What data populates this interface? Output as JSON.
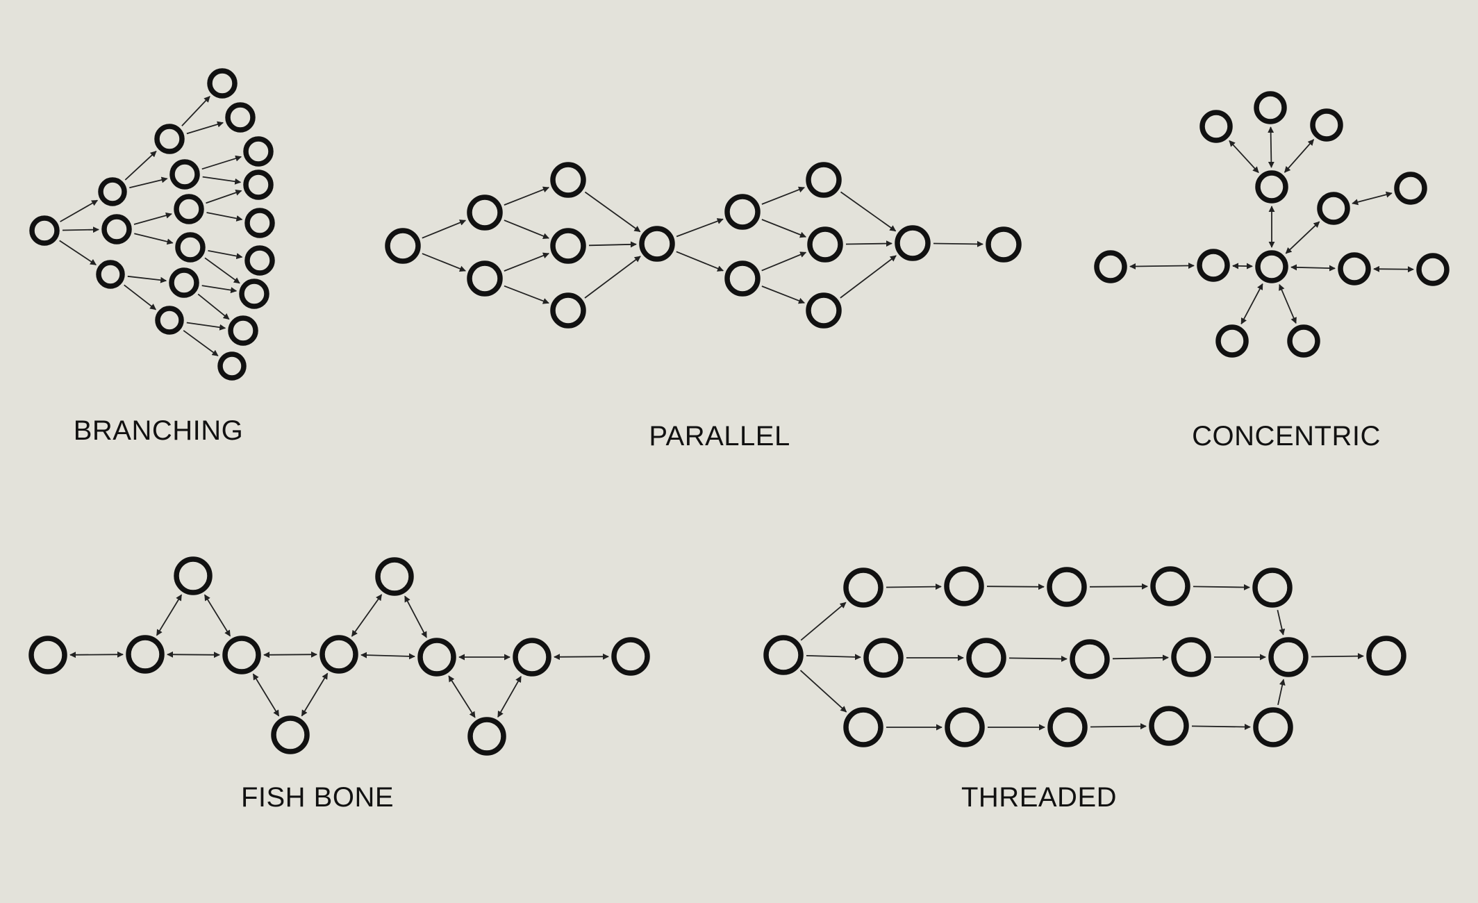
{
  "colors": {
    "background": "#e3e2da",
    "ink": "#111111"
  },
  "panels": [
    {
      "id": "branching",
      "label": "BRANCHING"
    },
    {
      "id": "parallel",
      "label": "PARALLEL"
    },
    {
      "id": "concentric",
      "label": "CONCENTRIC"
    },
    {
      "id": "fishbone",
      "label": "FISH BONE"
    },
    {
      "id": "threaded",
      "label": "THREADED"
    }
  ]
}
